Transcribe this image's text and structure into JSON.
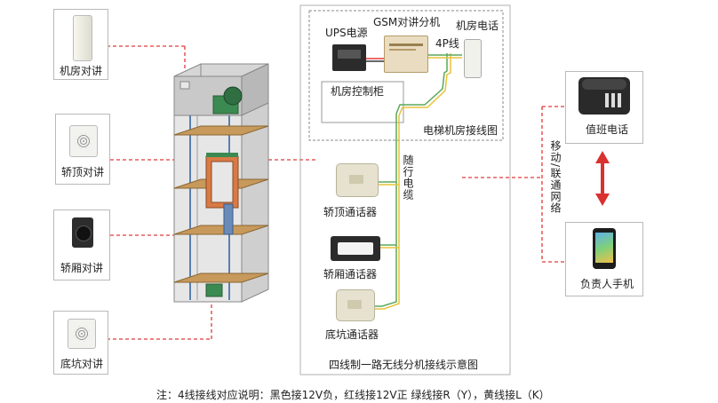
{
  "left_units": {
    "machine_room": "机房对讲",
    "car_top": "轿顶对讲",
    "car": "轿厢对讲",
    "pit": "底坑对讲"
  },
  "machine_room": {
    "ups": "UPS电源",
    "gsm": "GSM对讲分机",
    "phone": "机房电话",
    "wire": "4P线",
    "cabinet": "机房控制柜",
    "caption": "电梯机房接线图"
  },
  "cable": "随行电缆",
  "devices": {
    "car_top": "轿顶通话器",
    "car": "轿厢通话器",
    "pit": "底坑通话器"
  },
  "diagram_caption": "四线制一路无线分机接线示意图",
  "right_panel": {
    "duty_phone": "值班电话",
    "network": "移动/联通网络",
    "mobile": "负责人手机"
  },
  "footnote": "注：4线接线对应说明：黑色接12V负，红线接12V正  绿线接R（Y），黄线接L（K）",
  "colors": {
    "red_dashed": "#e03a3a",
    "green_line": "#5aa85a",
    "yellow_line": "#e8c23a",
    "arrow_red": "#d9312f"
  }
}
